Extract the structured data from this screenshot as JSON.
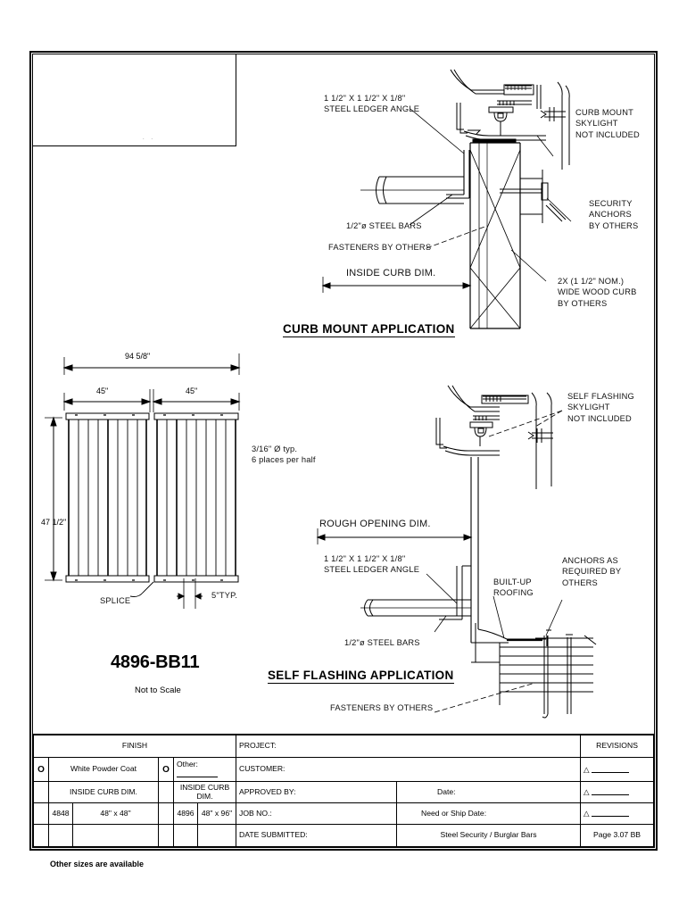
{
  "sheet": {
    "part_number": "4896-BB11",
    "scale_note": "Not to Scale",
    "footnote": "Other sizes are available"
  },
  "elevation": {
    "overall_width": "94 5/8\"",
    "half_left": "45\"",
    "half_right": "45\"",
    "height": "47 1/2\"",
    "hole_note_line1": "3/16\" Ø typ.",
    "hole_note_line2": "6 places per half",
    "splice_label": "SPLICE",
    "typ_spacing": "5\"TYP."
  },
  "curb_mount": {
    "title": "CURB MOUNT APPLICATION",
    "ledger_angle_line1": "1 1/2\" X 1 1/2\" X 1/8\"",
    "ledger_angle_line2": "STEEL LEDGER ANGLE",
    "steel_bars": "1/2\"ø STEEL BARS",
    "fasteners": "FASTENERS BY OTHERS",
    "inside_curb_dim": "INSIDE CURB DIM.",
    "skylight_line1": "CURB MOUNT",
    "skylight_line2": "SKYLIGHT",
    "skylight_line3": "NOT INCLUDED",
    "anchors_line1": "SECURITY",
    "anchors_line2": "ANCHORS",
    "anchors_line3": "BY OTHERS",
    "wood_curb_line1": "2X (1 1/2\" NOM.)",
    "wood_curb_line2": "WIDE WOOD CURB",
    "wood_curb_line3": "BY OTHERS"
  },
  "self_flashing": {
    "title": "SELF FLASHING APPLICATION",
    "skylight_line1": "SELF FLASHING",
    "skylight_line2": "SKYLIGHT",
    "skylight_line3": "NOT INCLUDED",
    "rough_opening_dim": "ROUGH OPENING DIM.",
    "ledger_angle_line1": "1 1/2\" X 1 1/2\" X 1/8\"",
    "ledger_angle_line2": "STEEL LEDGER ANGLE",
    "built_up_line1": "BUILT-UP",
    "built_up_line2": "ROOFING",
    "anchors_line1": "ANCHORS AS",
    "anchors_line2": "REQUIRED BY",
    "anchors_line3": "OTHERS",
    "steel_bars": "1/2\"ø STEEL BARS",
    "fasteners": "FASTENERS BY OTHERS"
  },
  "title_block": {
    "finish_header": "FINISH",
    "finish_option_1": "White Powder Coat",
    "finish_option_2": "Other:",
    "bubble_glyph": "O",
    "inside_curb_dim_left": "INSIDE CURB DIM.",
    "inside_curb_dim_right": "INSIDE CURB DIM.",
    "size_rows": [
      {
        "code_left": "4848",
        "size_left": "48\" x 48\"",
        "code_right": "4896",
        "size_right": "48\" x 96\""
      },
      {
        "code_left": "",
        "size_left": "",
        "code_right": "",
        "size_right": ""
      }
    ],
    "project_label": "PROJECT:",
    "customer_label": "CUSTOMER:",
    "approved_by_label": "APPROVED BY:",
    "date_label": "Date:",
    "job_no_label": "JOB NO.:",
    "need_or_ship_label": "Need or Ship Date:",
    "date_submitted_label": "DATE SUBMITTED:",
    "product_name": "Steel Security / Burglar Bars",
    "revisions_header": "REVISIONS",
    "revision_glyph": "△",
    "page_number": "Page 3.07 BB"
  }
}
